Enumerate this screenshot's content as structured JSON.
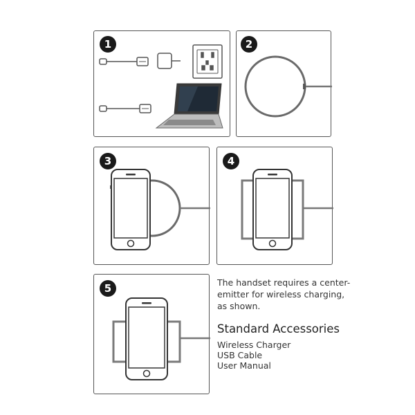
{
  "steps": [
    "1",
    "2",
    "3",
    "4",
    "5"
  ],
  "note_lines": [
    "The handset requires a center-",
    "emitter for wireless charging,",
    "as shown."
  ],
  "accessories": {
    "title": "Standard Accessories",
    "items": [
      "Wireless Charger",
      "USB Cable",
      "User Manual"
    ]
  },
  "colors": {
    "line": "#555555",
    "badge": "#1a1a1a",
    "pad": "#6a6a6a"
  }
}
